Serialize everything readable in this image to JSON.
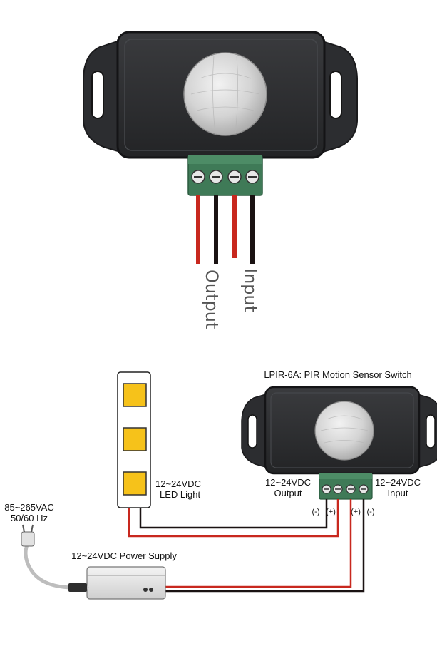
{
  "top_figure": {
    "wire_labels": {
      "output": "Output",
      "input": "Input"
    }
  },
  "wiring_diagram": {
    "title": "LPIR-6A: PIR Motion Sensor Switch",
    "led_light_label": [
      "12~24VDC",
      "LED Light"
    ],
    "output_label": [
      "12~24VDC",
      "Output"
    ],
    "input_label": [
      "12~24VDC",
      "Input"
    ],
    "terminal_polarity": [
      "(-)",
      "(+)",
      "(+)",
      "(-)"
    ],
    "power_supply_label": "12~24VDC Power Supply",
    "mains_label": [
      "85~265VAC",
      "50/60 Hz"
    ]
  },
  "colors": {
    "housing": "#2a2b2d",
    "lens": "#d9d9d9",
    "terminal_block": "#3f7a57",
    "wire_positive": "#c8281e",
    "wire_negative": "#1a1212",
    "led_chip": "#f6c21a",
    "power_supply": "#e6e6e6"
  },
  "icons": [
    "pir-sensor-housing-icon",
    "screw-terminal-icon",
    "led-strip-icon",
    "power-supply-icon",
    "ac-plug-icon"
  ]
}
